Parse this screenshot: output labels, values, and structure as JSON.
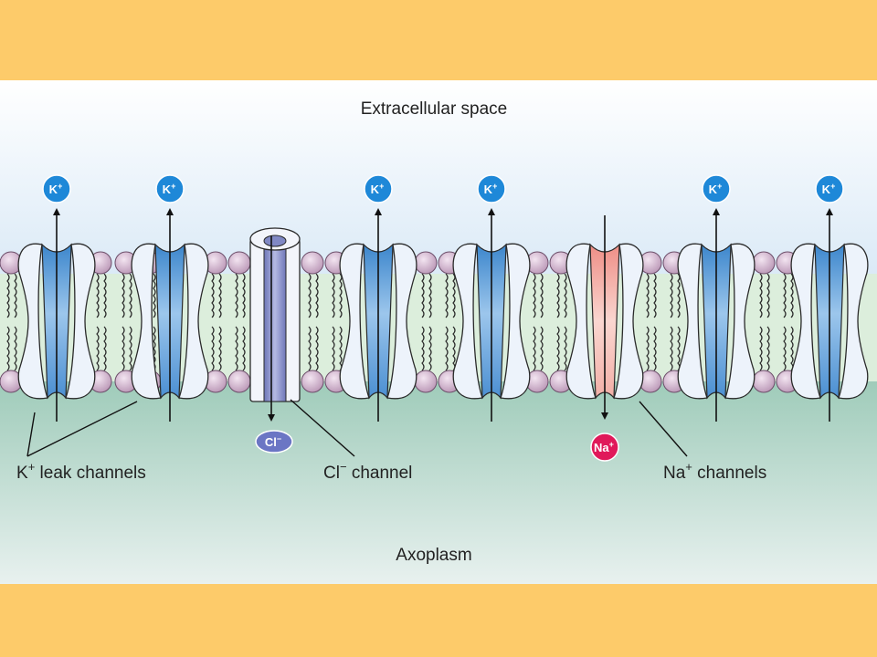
{
  "labels": {
    "extracellular": "Extracellular space",
    "axoplasm": "Axoplasm",
    "k_leak": {
      "base": "K",
      "sup": "+",
      "rest": " leak channels"
    },
    "cl_channel": {
      "base": "Cl",
      "sup": "−",
      "rest": " channel"
    },
    "na_channels": {
      "base": "Na",
      "sup": "+",
      "rest": " channels"
    }
  },
  "ions": {
    "k": {
      "base": "K",
      "sup": "+"
    },
    "cl": {
      "base": "Cl",
      "sup": "−"
    },
    "na": {
      "base": "Na",
      "sup": "+"
    }
  },
  "colors": {
    "frame": "#FDCB6A",
    "extracellular_top": "#FFFFFF",
    "extracellular_bottom": "#CFE3F4",
    "axoplasm_top": "#8FC3AE",
    "axoplasm_bottom": "#E8F1EF",
    "membrane_core": "#DCEEDC",
    "lipid_head": "#D9BFD6",
    "k_channel": "#5B9BD5",
    "k_ion": "#1E88D8",
    "cl_channel": "#8088C4",
    "cl_ion": "#6B76C4",
    "na_channel": "#F2AFA7",
    "na_ion": "#E0195A"
  }
}
